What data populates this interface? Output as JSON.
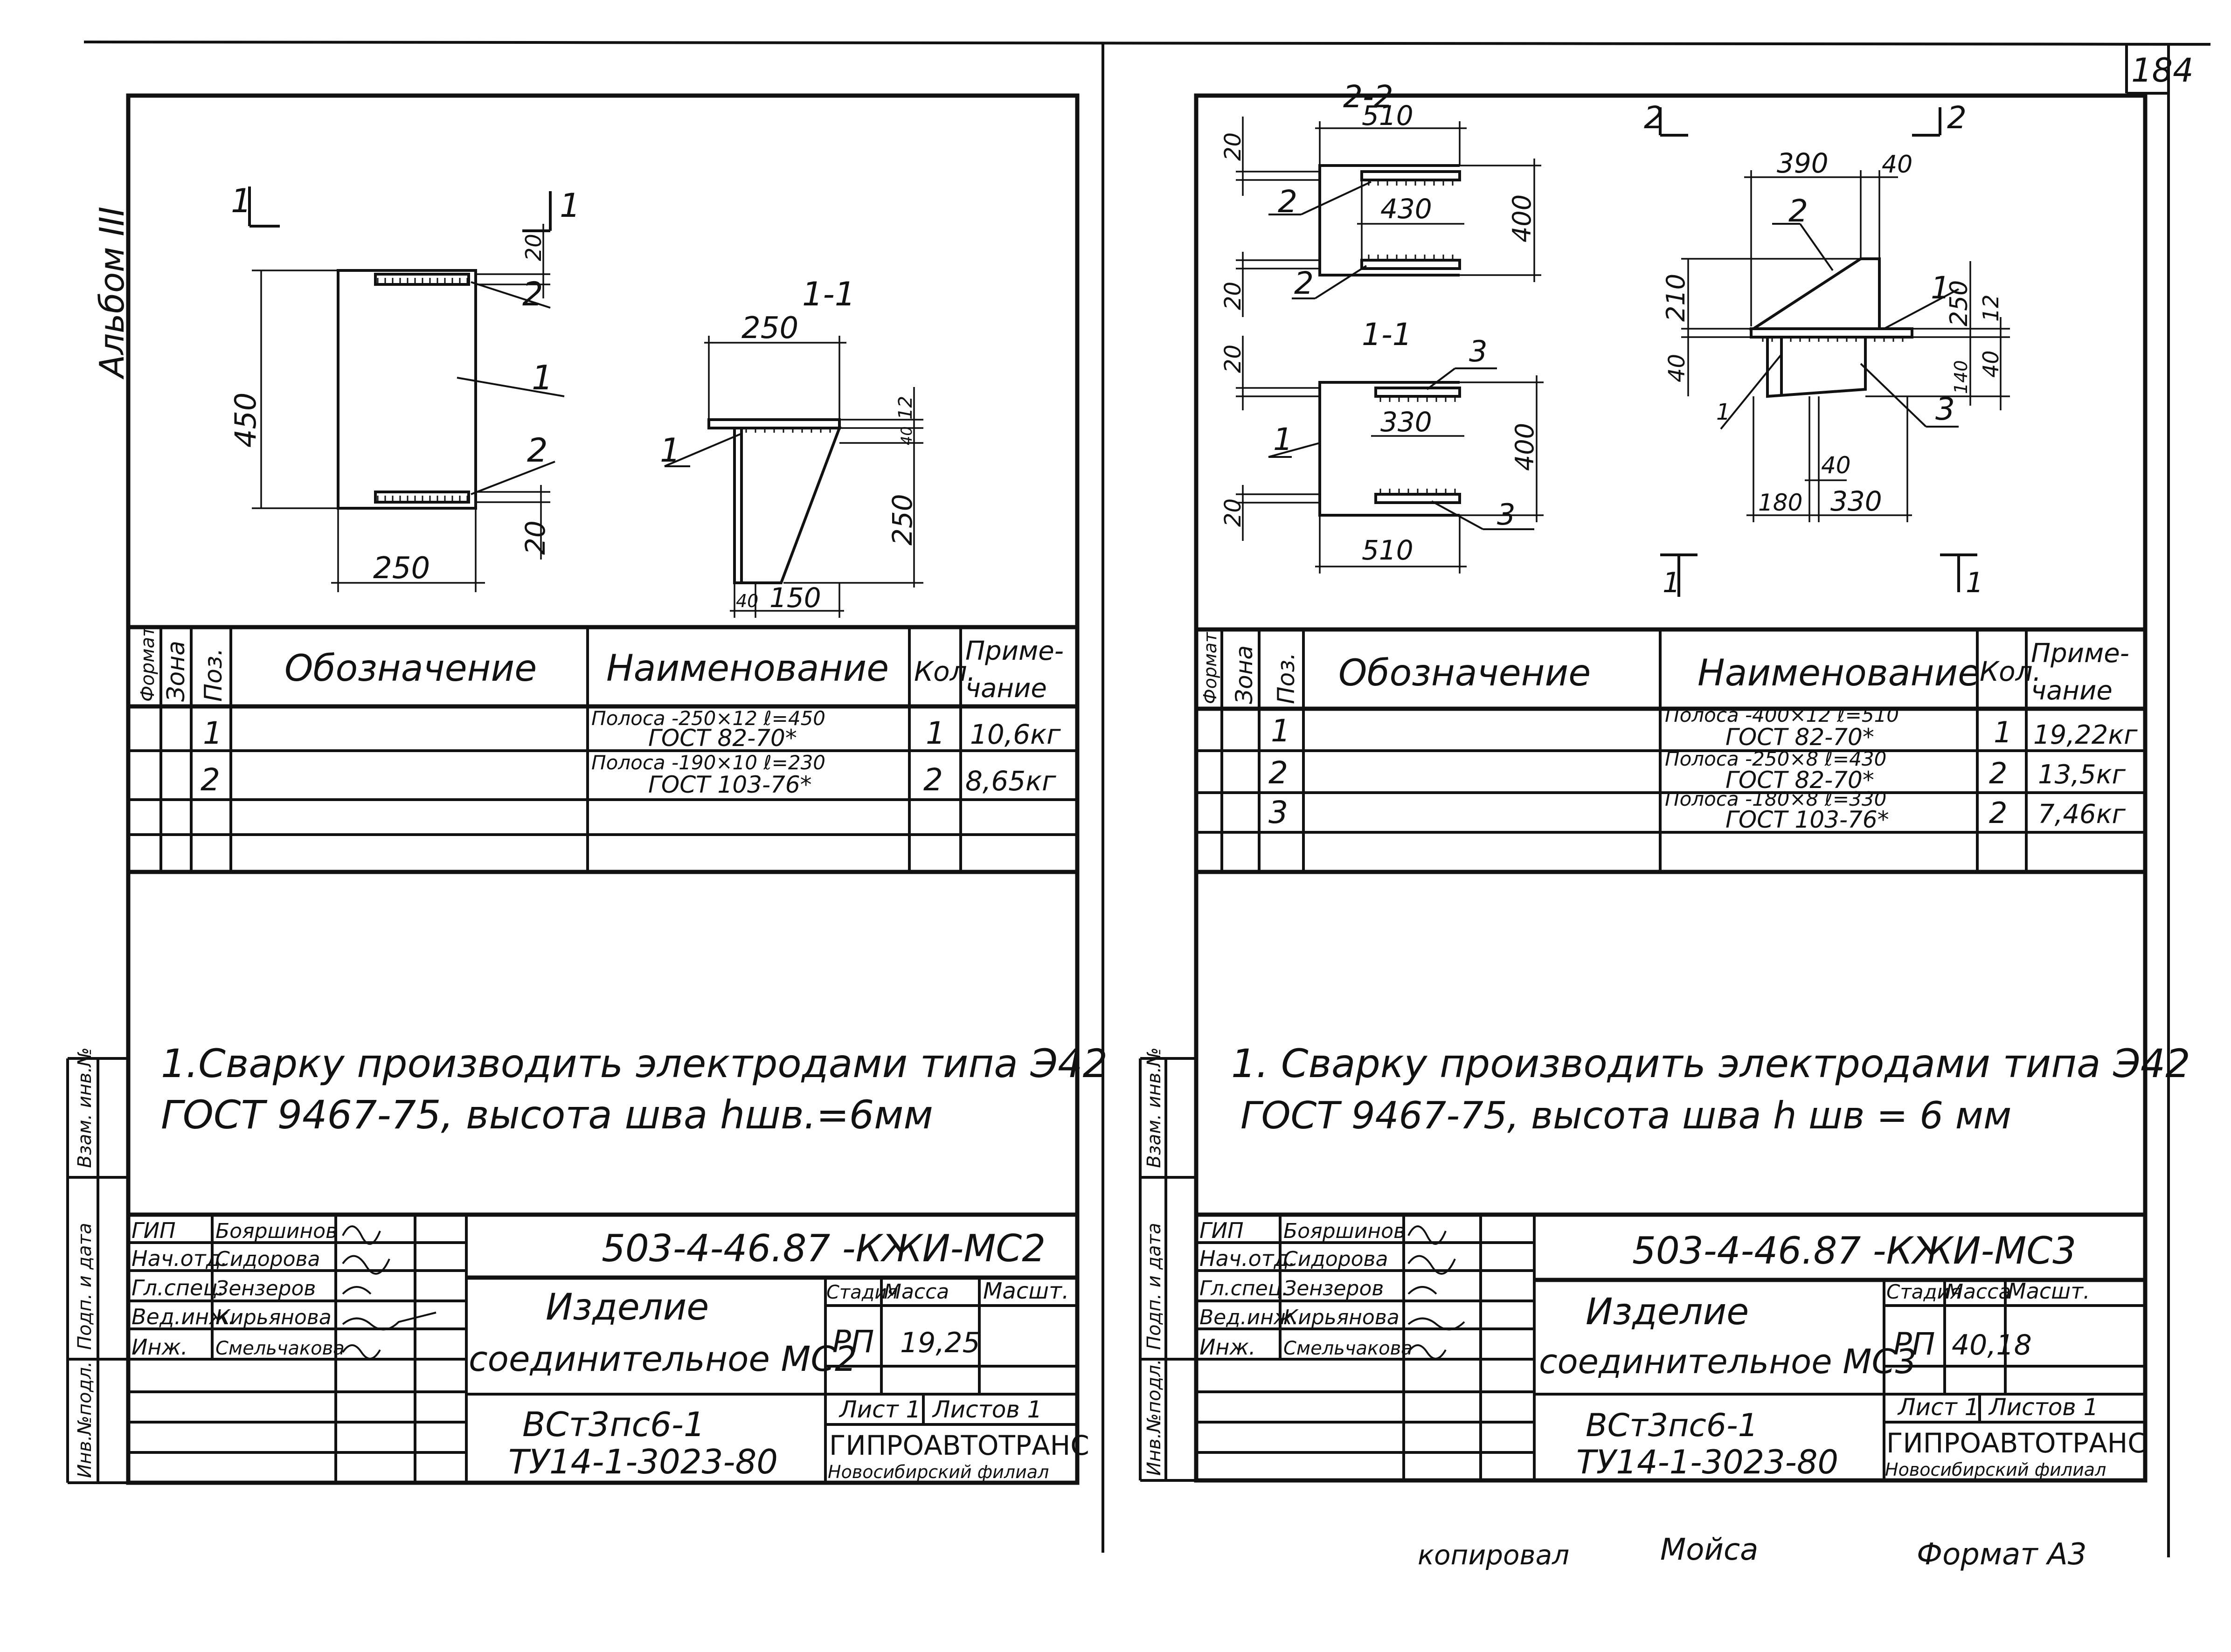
{
  "page": {
    "sheet_number": "184",
    "album_label": "Альбом III",
    "footer_copied": "копировал",
    "footer_signature": "Мойса",
    "footer_format": "Формат А3"
  },
  "colors": {
    "ink": "#111111",
    "paper": "#ffffff"
  },
  "side_labels": [
    "Инв.№подл.",
    "Подп. и дата",
    "Взам. инв.№"
  ],
  "table_headers": {
    "format": "Формат",
    "zone": "Зона",
    "pos": "Поз.",
    "designation": "Обозначение",
    "name": "Наименование",
    "qty": "Кол.",
    "note_top": "Приме-",
    "note_bottom": "чание"
  },
  "sign_roles": [
    "ГИП",
    "Нач.отд.",
    "Гл.спец.",
    "Вед.инж.",
    "Инж."
  ],
  "sheets": [
    {
      "views": {
        "section_mark_a": "1",
        "section_mark_b": "1",
        "section_title": "1-1",
        "pos1": "1",
        "pos2a": "2",
        "pos2b": "2",
        "pos1_section": "1",
        "dims": {
          "d450": "450",
          "d20_top": "20",
          "d20_bot": "20",
          "d250_bottom": "250",
          "d250_top": "250",
          "d12": "12",
          "d40v": "40",
          "d250v": "250",
          "d40h": "40",
          "d150": "150"
        }
      },
      "spec_rows": [
        {
          "pos": "1",
          "name1": "Полоса -250×12  ℓ=450",
          "name2": "ГОСТ 82-70*",
          "qty": "1",
          "note": "10,6кг"
        },
        {
          "pos": "2",
          "name1": "Полоса -190×10  ℓ=230",
          "name2": "ГОСТ 103-76*",
          "qty": "2",
          "note": "8,65кг"
        },
        {
          "pos": "",
          "name1": "",
          "name2": "",
          "qty": "",
          "note": ""
        }
      ],
      "note_line1": "1.Сварку производить электродами типа Э42",
      "note_line2": "ГОСТ 9467-75, высота шва hшв.=6мм",
      "stamp": {
        "code": "503-4-46.87 -КЖИ-МС2",
        "names": [
          "Бояршинов",
          "Сидорова",
          "Зензеров",
          "Кирьянова",
          "Смельчакова"
        ],
        "title1": "Изделие",
        "title2": "соединительное МС2",
        "stage_label": "Стадия",
        "mass_label": "Масса",
        "scale_label": "Масшт.",
        "stage": "РП",
        "mass": "19,25",
        "scale": "",
        "sheet_label": "Лист 1",
        "sheets_label": "Листов 1",
        "material1": "ВСт3пс6-1",
        "material2": "ТУ14-1-3023-80",
        "org1": "ГИПРОАВТОТРАНС",
        "org2": "Новосибирский филиал"
      }
    },
    {
      "views": {
        "section_title_22": "2-2",
        "section_title_11": "1-1",
        "mark2_left": "2",
        "mark2_right": "2",
        "mark1_left": "1",
        "mark1_right": "1",
        "pos2_a": "2",
        "pos2_b": "2",
        "pos1_a": "1",
        "pos3_a": "3",
        "pos3_b": "3",
        "pos2_c": "2",
        "pos1_c": "1",
        "pos3_c": "3",
        "pos1_d": "1",
        "dims": {
          "d510_top": "510",
          "d430": "430",
          "d400_a": "400",
          "d20_a": "20",
          "d20_b": "20",
          "d20_c": "20",
          "d20_d": "20",
          "d330": "330",
          "d400_b": "400",
          "d510_bot": "510",
          "d390": "390",
          "d40_top": "40",
          "d210": "210",
          "d40_left": "40",
          "d250": "250",
          "d12": "12",
          "d140": "140",
          "d40_right": "40",
          "d40_mid": "40",
          "d180": "180",
          "d330_bot": "330"
        }
      },
      "spec_rows": [
        {
          "pos": "1",
          "name1": "Полоса -400×12  ℓ=510",
          "name2": "ГОСТ 82-70*",
          "qty": "1",
          "note": "19,22кг"
        },
        {
          "pos": "2",
          "name1": "Полоса -250×8  ℓ=430",
          "name2": "ГОСТ 82-70*",
          "qty": "2",
          "note": "13,5кг"
        },
        {
          "pos": "3",
          "name1": "Полоса -180×8  ℓ=330",
          "name2": "ГОСТ 103-76*",
          "qty": "2",
          "note": "7,46кг"
        }
      ],
      "note_line1": "1. Сварку производить электродами типа Э42",
      "note_line2": "ГОСТ 9467-75, высота шва h шв = 6 мм",
      "stamp": {
        "code": "503-4-46.87 -КЖИ-МС3",
        "names": [
          "Бояршинов",
          "Сидорова",
          "Зензеров",
          "Кирьянова",
          "Смельчакова"
        ],
        "title1": "Изделие",
        "title2": "соединительное МС3",
        "stage_label": "Стадия",
        "mass_label": "Масса",
        "scale_label": "Масшт.",
        "stage": "РП",
        "mass": "40,18",
        "scale": "",
        "sheet_label": "Лист 1",
        "sheets_label": "Листов 1",
        "material1": "ВСт3пс6-1",
        "material2": "ТУ14-1-3023-80",
        "org1": "ГИПРОАВТОТРАНС",
        "org2": "Новосибирский филиал"
      }
    }
  ]
}
